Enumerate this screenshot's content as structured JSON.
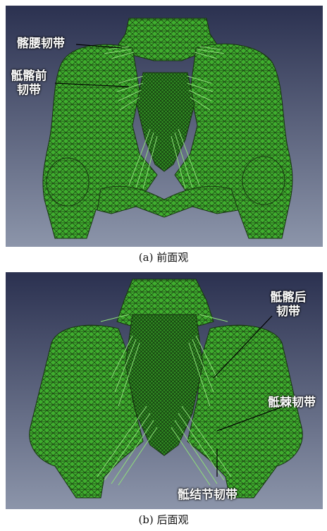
{
  "panels": [
    {
      "id": "a",
      "caption": "(a) 前面观",
      "labels": {
        "iliolumbar": "髂腰韧带",
        "anterior_sacroiliac_1": "骶髂前",
        "anterior_sacroiliac_2": "韧带"
      }
    },
    {
      "id": "b",
      "caption": "(b) 后面观",
      "labels": {
        "posterior_sacroiliac_1": "骶髂后",
        "posterior_sacroiliac_2": "韧带",
        "sacrospinous": "骶棘韧带",
        "sacrotuberous": "骶结节韧带"
      }
    }
  ],
  "colors": {
    "background_top": "#2f3550",
    "background_bottom": "#8a93a8",
    "bone_fill": "#3fae2e",
    "mesh_line": "#1b3d12",
    "ligament": "#8fe07a"
  }
}
